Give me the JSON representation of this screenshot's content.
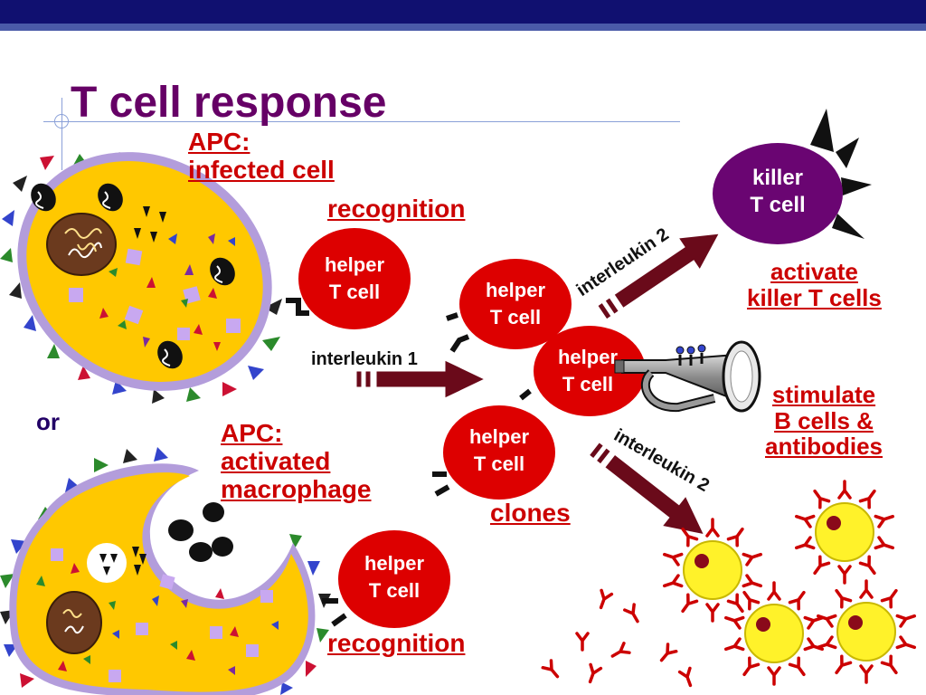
{
  "slide": {
    "title": "T cell response",
    "colors": {
      "title": "#660066",
      "top_bar": "#101070",
      "top_bar_stripe": "#4a5aa8",
      "guide_line": "#8aa0d8",
      "label_red": "#cc0000",
      "helper_cell": "#dd0000",
      "killer_cell": "#6a0572",
      "apc_body": "#ffc800",
      "arrow": "#6a0a1a",
      "b_cell": "#fff22a",
      "antibody": "#cc0000"
    }
  },
  "labels": {
    "apc_infected_line1": "APC:",
    "apc_infected_line2": "infected cell",
    "recognition_top": "recognition",
    "or": "or",
    "apc_macrophage_line1": "APC:",
    "apc_macrophage_line2": "activated",
    "apc_macrophage_line3": "macrophage",
    "recognition_bottom": "recognition",
    "interleukin_1": "interleukin 1",
    "interleukin_2_top": "interleukin 2",
    "interleukin_2_bottom": "interleukin 2",
    "clones": "clones",
    "activate_line1": "activate",
    "activate_line2": "killer T cells",
    "stimulate_line1": "stimulate",
    "stimulate_line2": "B cells &",
    "stimulate_line3": "antibodies"
  },
  "cells": {
    "helper_line1": "helper",
    "helper_line2": "T cell",
    "killer_line1": "killer",
    "killer_line2": "T cell"
  }
}
